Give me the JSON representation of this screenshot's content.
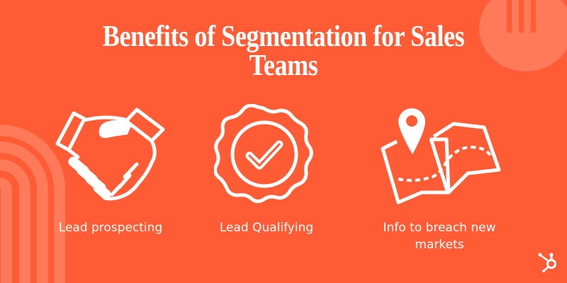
{
  "title": {
    "line1": "Benefits of Segmentation for Sales",
    "line2": "Teams"
  },
  "benefits": [
    {
      "icon": "handshake-icon",
      "label": "Lead prospecting"
    },
    {
      "icon": "badge-check-icon",
      "label": "Lead Qualifying"
    },
    {
      "icon": "map-pin-icon",
      "label_line1": "Info to breach new",
      "label_line2": "markets"
    }
  ],
  "brand": {
    "logo": "hubspot-sprocket-icon",
    "colors": {
      "background": "#FF5C35",
      "accent_light": "#FF7A59",
      "foreground": "#FFFFFF"
    }
  }
}
